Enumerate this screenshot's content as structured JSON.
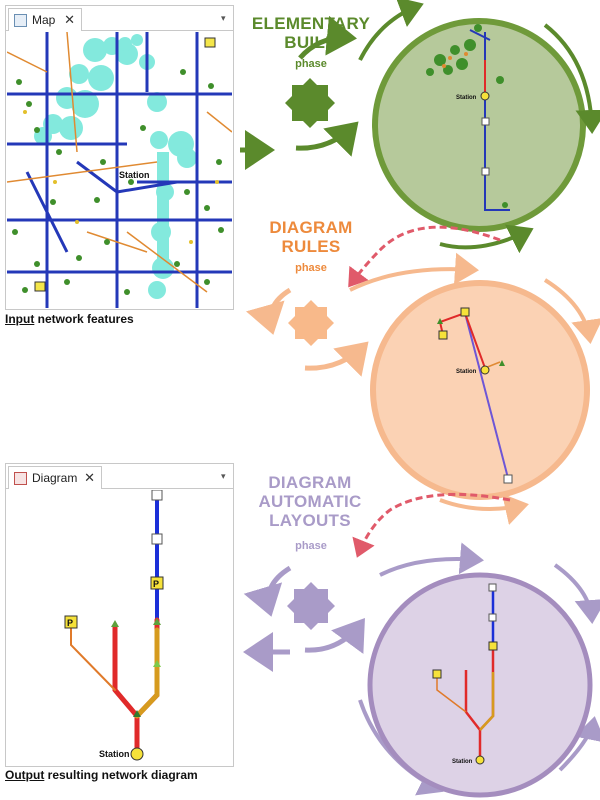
{
  "map_pane": {
    "tab_label": "Map",
    "close": "✕",
    "menu": "▾",
    "station_label": "Station"
  },
  "input_caption": {
    "emph": "Input",
    "rest": " network features"
  },
  "diagram_pane": {
    "tab_label": "Diagram",
    "close": "✕",
    "menu": "▾",
    "station_label": "Station"
  },
  "output_caption": {
    "emph": "Output",
    "rest": " resulting network diagram"
  },
  "phases": [
    {
      "title_lines": [
        "ELEMENTARY",
        "BUILD"
      ],
      "subtitle": "phase",
      "color": "#5b8a2c",
      "circle_fill": "#b6c99b",
      "circle_stroke": "#6f9a3a",
      "station_label": "Station"
    },
    {
      "title_lines": [
        "DIAGRAM",
        "RULES"
      ],
      "subtitle": "phase",
      "color": "#ed8a3c",
      "circle_fill": "#fbd2b4",
      "circle_stroke": "#f6b98e",
      "station_label": "Station"
    },
    {
      "title_lines": [
        "DIAGRAM",
        "AUTOMATIC",
        "LAYOUTS"
      ],
      "subtitle": "phase",
      "color": "#a99bc8",
      "circle_fill": "#ddd2e6",
      "circle_stroke": "#a48dbe",
      "station_label": "Station"
    }
  ],
  "colors": {
    "connector_dashed": "#e05a6a",
    "input_arrow": "#5b8a2c",
    "output_arrow": "#a99bc8"
  }
}
